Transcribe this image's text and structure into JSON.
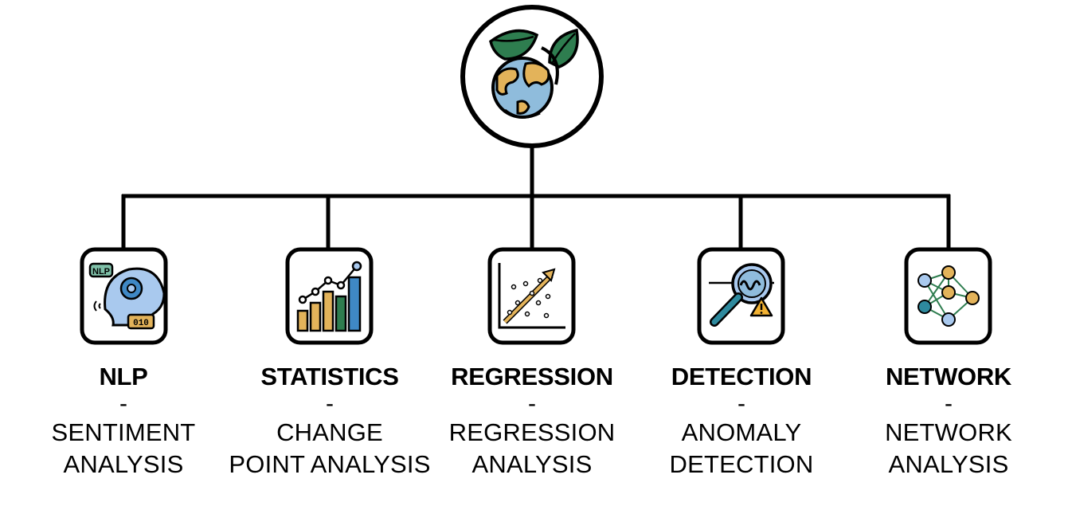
{
  "root": {
    "icon": "earth-with-leaves-icon"
  },
  "branches": [
    {
      "title": "NLP",
      "separator": "-",
      "description": [
        "SENTIMENT",
        "ANALYSIS"
      ],
      "icon": "nlp-head-gear-icon"
    },
    {
      "title": "STATISTICS",
      "separator": "-",
      "description": [
        "CHANGE",
        "POINT ANALYSIS"
      ],
      "icon": "bar-chart-trend-icon"
    },
    {
      "title": "REGRESSION",
      "separator": "-",
      "description": [
        "REGRESSION",
        "ANALYSIS"
      ],
      "icon": "scatter-regression-icon"
    },
    {
      "title": "DETECTION",
      "separator": "-",
      "description": [
        "ANOMALY",
        "DETECTION"
      ],
      "icon": "magnifier-warning-icon"
    },
    {
      "title": "NETWORK",
      "separator": "-",
      "description": [
        "NETWORK",
        "ANALYSIS"
      ],
      "icon": "network-nodes-icon"
    }
  ],
  "colors": {
    "line": "#000000",
    "leaf": "#2e7d4f",
    "ocean": "#8fbcdc",
    "land": "#e3b35a",
    "bar_tan": "#e3b35a",
    "bar_green": "#2e7d4f",
    "bar_blue": "#3f88c5",
    "teal": "#2e8a9e",
    "light_blue": "#a9c9ee",
    "warning": "#f2b233"
  }
}
